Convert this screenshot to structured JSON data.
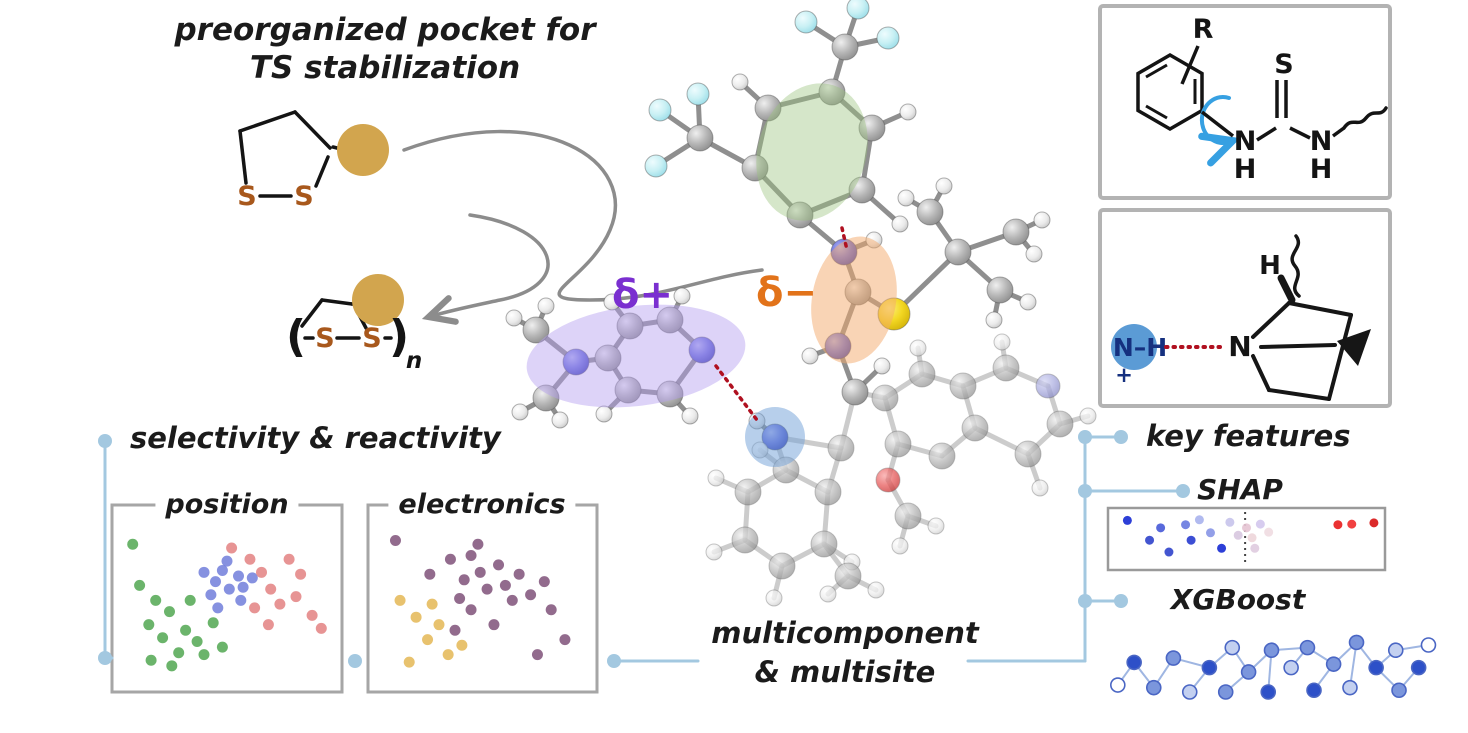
{
  "figure": {
    "pocket_caption_line1": "preorganized pocket for",
    "pocket_caption_line2": "TS stabilization",
    "selectivity_caption": "selectivity & reactivity",
    "multicomponent_line1": "multicomponent",
    "multicomponent_line2": "& multisite",
    "key_features_caption": "key features"
  },
  "molecule_labels": {
    "delta_plus": "δ+",
    "delta_minus": "δ−"
  },
  "structures": {
    "dithiolane": {
      "s_left": "S",
      "s_right": "S"
    },
    "polydisulfide": {
      "open_paren": "(",
      "s_left": "S",
      "s_right": "S",
      "close_paren": ")",
      "subscript_n": "n"
    },
    "thiourea": {
      "r_group": "R",
      "sulfur": "S",
      "n_left": "N",
      "h_left": "H",
      "n_right": "N",
      "h_right": "H"
    },
    "ammonium_hbond": {
      "donor_label": "N–H",
      "plus_charge": "+",
      "n_acceptor": "N",
      "h_stereo": "H"
    }
  },
  "colors": {
    "accent_tan": "#d2a54e",
    "sulfur_label": "#a8581c",
    "delta_plus": "#7a2fd0",
    "delta_minus": "#e2731a",
    "connector_blue": "#a3c8e0",
    "hbond_red": "#b01020",
    "arrow_gray": "#8c8c8c",
    "box_border": "#b3b3b3",
    "panel_border": "#a6a6a6",
    "highlight_green": "#9cc47e",
    "highlight_orange": "#f3a96b",
    "highlight_purple": "#b49df0",
    "highlight_blue": "#6f9fd8",
    "donor_circle_blue": "#5b9bd5",
    "rotation_arrow_blue": "#36a0e2"
  },
  "chart_data": [
    {
      "type": "scatter",
      "title": "position",
      "axes": "unlabeled decorative panel, coordinates are percent of panel (y measured downward)",
      "series": [
        {
          "name": "cluster-green",
          "color": "#4aa34a",
          "points": [
            [
              9,
              21
            ],
            [
              12,
              43
            ],
            [
              19,
              51
            ],
            [
              16,
              64
            ],
            [
              25,
              57
            ],
            [
              22,
              71
            ],
            [
              32,
              67
            ],
            [
              29,
              79
            ],
            [
              37,
              73
            ],
            [
              40,
              80
            ],
            [
              17,
              83
            ],
            [
              26,
              86
            ],
            [
              44,
              63
            ],
            [
              34,
              51
            ],
            [
              48,
              76
            ]
          ]
        },
        {
          "name": "cluster-blue",
          "color": "#6b79d9",
          "points": [
            [
              40,
              36
            ],
            [
              45,
              41
            ],
            [
              48,
              35
            ],
            [
              51,
              45
            ],
            [
              55,
              38
            ],
            [
              43,
              48
            ],
            [
              57,
              44
            ],
            [
              61,
              39
            ],
            [
              50,
              30
            ],
            [
              56,
              51
            ],
            [
              46,
              55
            ]
          ]
        },
        {
          "name": "cluster-red",
          "color": "#e27d7d",
          "points": [
            [
              52,
              23
            ],
            [
              60,
              29
            ],
            [
              65,
              36
            ],
            [
              69,
              45
            ],
            [
              73,
              53
            ],
            [
              80,
              49
            ],
            [
              62,
              55
            ],
            [
              82,
              37
            ],
            [
              87,
              59
            ],
            [
              68,
              64
            ],
            [
              91,
              66
            ],
            [
              77,
              29
            ]
          ]
        }
      ]
    },
    {
      "type": "scatter",
      "title": "electronics",
      "axes": "unlabeled decorative panel, coordinates are percent of panel (y measured downward)",
      "series": [
        {
          "name": "cluster-purple",
          "color": "#7a4a74",
          "points": [
            [
              12,
              19
            ],
            [
              27,
              37
            ],
            [
              36,
              29
            ],
            [
              42,
              40
            ],
            [
              45,
              27
            ],
            [
              49,
              36
            ],
            [
              52,
              45
            ],
            [
              57,
              32
            ],
            [
              60,
              43
            ],
            [
              63,
              51
            ],
            [
              66,
              37
            ],
            [
              71,
              48
            ],
            [
              77,
              41
            ],
            [
              80,
              56
            ],
            [
              45,
              56
            ],
            [
              38,
              67
            ],
            [
              55,
              64
            ],
            [
              86,
              72
            ],
            [
              74,
              80
            ],
            [
              48,
              21
            ],
            [
              40,
              50
            ]
          ]
        },
        {
          "name": "cluster-gold",
          "color": "#e3b54e",
          "points": [
            [
              14,
              51
            ],
            [
              21,
              60
            ],
            [
              26,
              72
            ],
            [
              31,
              64
            ],
            [
              35,
              80
            ],
            [
              41,
              75
            ],
            [
              18,
              84
            ],
            [
              28,
              53
            ]
          ]
        }
      ]
    },
    {
      "type": "scatter",
      "title": "SHAP",
      "ref_line_x_pct": 49.5,
      "points": [
        {
          "x": 7,
          "y": 20,
          "color": "#1b2fd4"
        },
        {
          "x": 19,
          "y": 32,
          "color": "#4a5cd8"
        },
        {
          "x": 15,
          "y": 52,
          "color": "#3346cc"
        },
        {
          "x": 28,
          "y": 27,
          "color": "#6a7ce0"
        },
        {
          "x": 30,
          "y": 52,
          "color": "#2b3fd0"
        },
        {
          "x": 37,
          "y": 40,
          "color": "#8a97e6"
        },
        {
          "x": 22,
          "y": 71,
          "color": "#3346cc"
        },
        {
          "x": 41,
          "y": 65,
          "color": "#1b2fd4"
        },
        {
          "x": 33,
          "y": 19,
          "color": "#aab4ee"
        },
        {
          "x": 44,
          "y": 23,
          "color": "#c8c4ec"
        },
        {
          "x": 47,
          "y": 44,
          "color": "#d8c8e0"
        },
        {
          "x": 50,
          "y": 32,
          "color": "#e6c6d4"
        },
        {
          "x": 52,
          "y": 48,
          "color": "#eed6da"
        },
        {
          "x": 55,
          "y": 26,
          "color": "#d4c8ee"
        },
        {
          "x": 53,
          "y": 65,
          "color": "#e0cce0"
        },
        {
          "x": 58,
          "y": 39,
          "color": "#f0dce2"
        },
        {
          "x": 83,
          "y": 27,
          "color": "#e82020"
        },
        {
          "x": 88,
          "y": 26,
          "color": "#f03030"
        },
        {
          "x": 96,
          "y": 24,
          "color": "#d81818"
        }
      ]
    },
    {
      "type": "graph",
      "title": "XGBoost",
      "node_colors": {
        "dark": "#2d50c8",
        "mid": "#7b96dc",
        "light": "#c3d0f0",
        "white": "#ffffff"
      },
      "nodes": [
        [
          3,
          69,
          "white"
        ],
        [
          8,
          43,
          "dark"
        ],
        [
          14,
          72,
          "mid"
        ],
        [
          20,
          38,
          "mid"
        ],
        [
          25,
          77,
          "light"
        ],
        [
          31,
          49,
          "dark"
        ],
        [
          36,
          77,
          "mid"
        ],
        [
          38,
          26,
          "light"
        ],
        [
          43,
          54,
          "mid"
        ],
        [
          49,
          77,
          "dark"
        ],
        [
          50,
          29,
          "mid"
        ],
        [
          56,
          49,
          "light"
        ],
        [
          61,
          26,
          "mid"
        ],
        [
          63,
          75,
          "dark"
        ],
        [
          69,
          45,
          "mid"
        ],
        [
          74,
          72,
          "light"
        ],
        [
          76,
          20,
          "mid"
        ],
        [
          82,
          49,
          "dark"
        ],
        [
          88,
          29,
          "light"
        ],
        [
          89,
          75,
          "mid"
        ],
        [
          95,
          49,
          "dark"
        ],
        [
          98,
          23,
          "white"
        ]
      ],
      "edges": [
        [
          0,
          1
        ],
        [
          1,
          2
        ],
        [
          2,
          3
        ],
        [
          3,
          5
        ],
        [
          5,
          4
        ],
        [
          5,
          7
        ],
        [
          7,
          8
        ],
        [
          8,
          6
        ],
        [
          8,
          10
        ],
        [
          10,
          9
        ],
        [
          10,
          12
        ],
        [
          12,
          11
        ],
        [
          12,
          14
        ],
        [
          14,
          13
        ],
        [
          14,
          16
        ],
        [
          16,
          15
        ],
        [
          16,
          17
        ],
        [
          17,
          18
        ],
        [
          17,
          19
        ],
        [
          18,
          21
        ],
        [
          19,
          20
        ]
      ]
    }
  ]
}
